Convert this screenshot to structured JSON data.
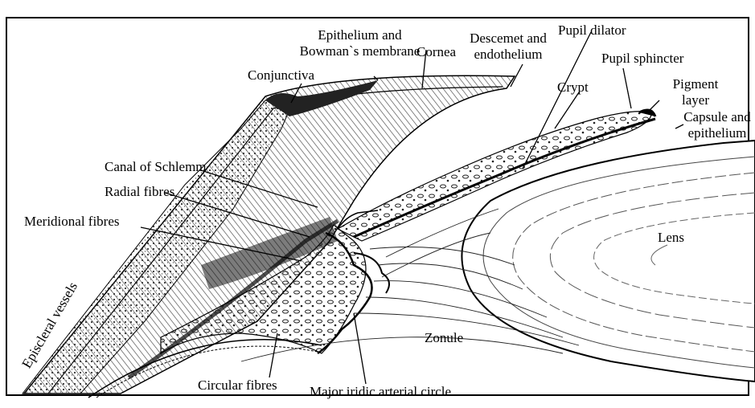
{
  "labels": {
    "epithelium_bowman": [
      "Epithelium and",
      "Bowman`s membrane"
    ],
    "cornea": "Cornea",
    "descemet": [
      "Descemet and",
      "endothelium"
    ],
    "pupil_dilator": "Pupil dilator",
    "pupil_sphincter": "Pupil sphincter",
    "conjunctiva": "Conjunctiva",
    "crypt": "Crypt",
    "pigment_layer": [
      "Pigment",
      "layer"
    ],
    "capsule": [
      "Capsule and",
      "epithelium"
    ],
    "canal_schlemm": "Canal of Schlemm",
    "radial_fibres": "Radial fibres",
    "meridional_fibres": "Meridional fibres",
    "lens": "Lens",
    "episcleral_vessels": "Episcleral vessels",
    "zonule": "Zonule",
    "circular_fibres": "Circular fibres",
    "major_iridic": "Major iridic arterial circle"
  }
}
